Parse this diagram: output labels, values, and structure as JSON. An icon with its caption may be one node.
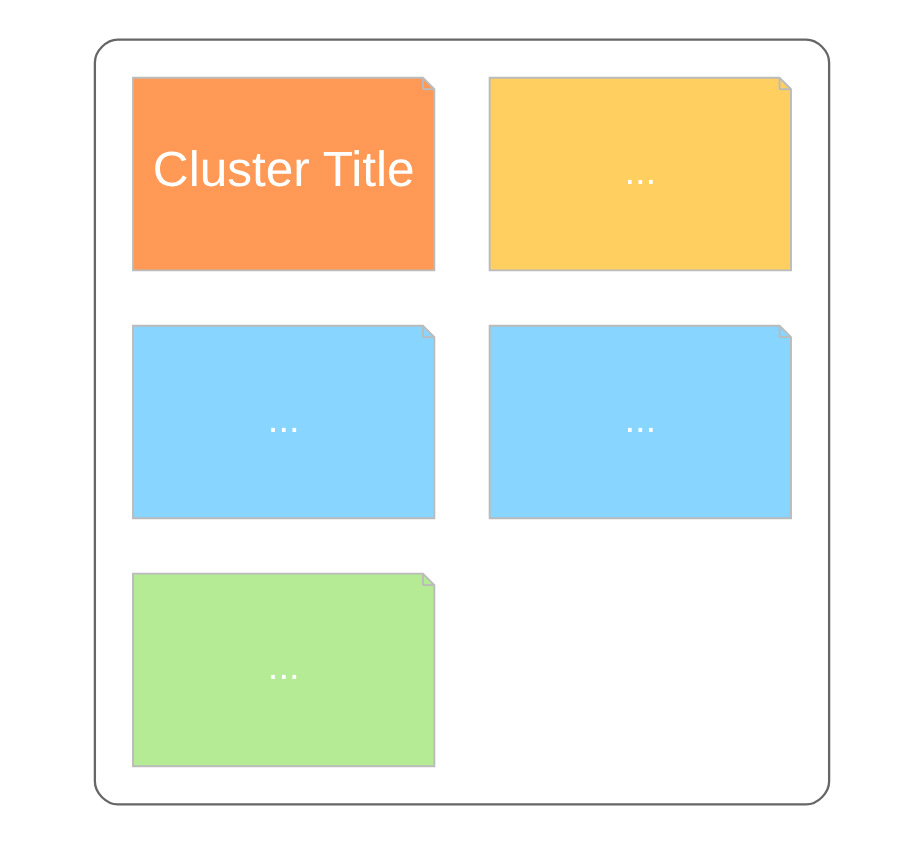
{
  "diagram": {
    "nodes": [
      {
        "text": [],
        "shape": "cloud"
      },
      {
        "text": [
          "Cluster Title"
        ],
        "in": 0
      },
      {
        "text": [
          "..."
        ],
        "in": 0
      },
      {
        "text": [
          "..."
        ],
        "in": 0
      },
      {
        "text": [
          "..."
        ],
        "in": 0
      },
      {
        "text": [
          "..."
        ],
        "in": 0
      }
    ]
  }
}
